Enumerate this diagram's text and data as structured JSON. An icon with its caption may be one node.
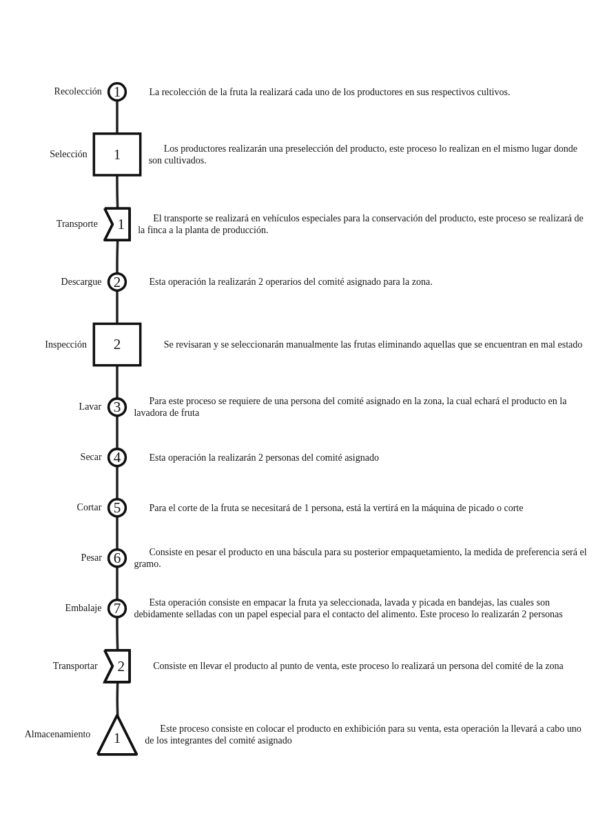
{
  "diagram": {
    "nodes": [
      {
        "text": [
          "1"
        ],
        "beside": [
          "Recolección",
          "La recolección de la fruta la realizará cada uno de los productores en sus respectivos cultivos."
        ]
      },
      {
        "text": [
          "1"
        ],
        "beside": [
          "Selección",
          "Los productores realizarán una preselección del producto, este proceso lo realizan en el mismo lugar donde son cultivados."
        ]
      },
      {
        "text": [
          "1"
        ],
        "beside": [
          "Transporte",
          "El transporte se realizará en vehículos especiales para la conservación del producto, este proceso se realizará de la finca a la planta de producción."
        ]
      },
      {
        "text": [
          "2"
        ],
        "beside": [
          "Descargue",
          "Esta operación la realizarán 2 operarios del comité asignado para la zona."
        ]
      },
      {
        "text": [
          "2"
        ],
        "beside": [
          "Inspección",
          "Se revisaran y se seleccionarán manualmente las frutas eliminando aquellas que se encuentran en mal estado"
        ]
      },
      {
        "text": [
          "3"
        ],
        "beside": [
          "Lavar",
          "Para este proceso se requiere de una persona del comité asignado en la zona, la cual echará el producto en la lavadora de fruta"
        ]
      },
      {
        "text": [
          "4"
        ],
        "beside": [
          "Secar",
          "Esta operación la realizarán 2 personas del comité asignado"
        ]
      },
      {
        "text": [
          "5"
        ],
        "beside": [
          "Cortar",
          "Para el corte de la fruta se necesitará de 1 persona, está la vertirá en la máquina de picado o corte"
        ]
      },
      {
        "text": [
          "6"
        ],
        "beside": [
          "Pesar",
          "Consiste en pesar el producto en una báscula para su posterior empaquetamiento, la medida de preferencia será el gramo."
        ]
      },
      {
        "text": [
          "7"
        ],
        "beside": [
          "Embalaje",
          "Esta operación consiste en empacar la fruta ya seleccionada, lavada y picada en bandejas, las cuales son debidamente selladas con un papel especial para el contacto del alimento. Este proceso lo realizarán 2 personas"
        ]
      },
      {
        "text": [
          "2"
        ],
        "beside": [
          "Transportar",
          "Consiste en llevar el producto al punto de venta, este proceso lo realizará un persona del comité de la zona"
        ]
      },
      {
        "text": [
          "1"
        ],
        "beside": [
          "Almacenamiento",
          "Este proceso consiste en colocar el producto en exhibición para su venta, esta operación la llevará a cabo uno de los integrantes del comité asignado"
        ]
      }
    ],
    "edges": [
      {
        "from": 0,
        "to": 1,
        "arrow": "none"
      },
      {
        "from": 1,
        "to": 2,
        "arrow": "none"
      },
      {
        "from": 2,
        "to": 3,
        "arrow": "none"
      },
      {
        "from": 3,
        "to": 4,
        "arrow": "none"
      },
      {
        "from": 4,
        "to": 5,
        "arrow": "none"
      },
      {
        "from": 5,
        "to": 6,
        "arrow": "none"
      },
      {
        "from": 6,
        "to": 7,
        "arrow": "none"
      },
      {
        "from": 7,
        "to": 8,
        "arrow": "none"
      },
      {
        "from": 8,
        "to": 9,
        "arrow": "none"
      },
      {
        "from": 9,
        "to": 10,
        "arrow": "none"
      },
      {
        "from": 10,
        "to": 11,
        "arrow": "none"
      }
    ]
  }
}
